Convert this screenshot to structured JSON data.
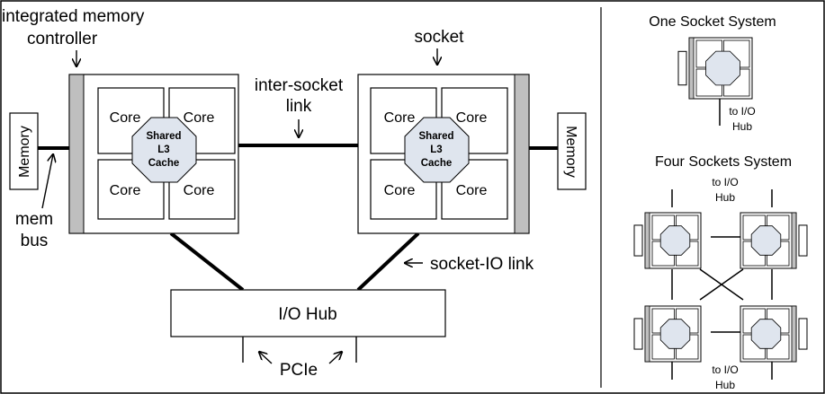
{
  "labels": {
    "integrated_memory_controller_line1": "integrated memory",
    "integrated_memory_controller_line2": "controller",
    "socket": "socket",
    "inter_socket_link_line1": "inter-socket",
    "inter_socket_link_line2": "link",
    "mem_bus_line1": "mem",
    "mem_bus_line2": "bus",
    "memory": "Memory",
    "socket_io_link": "socket-IO link",
    "io_hub": "I/O Hub",
    "pcie": "PCIe",
    "core": "Core",
    "shared_cache_line1": "Shared",
    "shared_cache_line2": "L3",
    "shared_cache_line3": "Cache"
  },
  "side_panel": {
    "one_socket_title": "One Socket System",
    "four_socket_title": "Four Sockets System",
    "to_io_line1": "to I/O",
    "to_io_line2": "Hub"
  },
  "colors": {
    "controller_gray": "#bfbfbf",
    "cache_fill": "#dfe5ee"
  }
}
